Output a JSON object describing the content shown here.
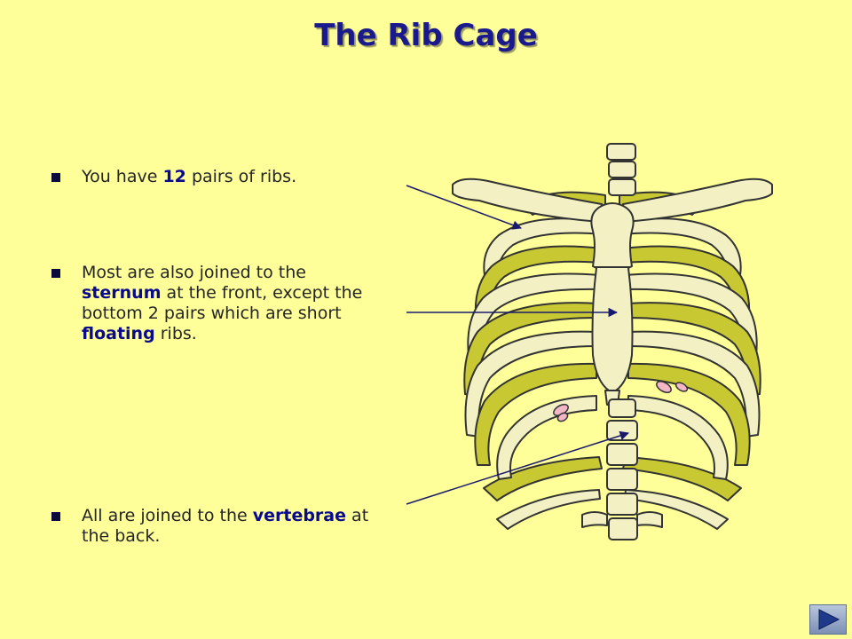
{
  "slide": {
    "title": "The Rib Cage",
    "bullets": [
      {
        "parts": [
          "You have ",
          "12",
          " pairs of ribs."
        ]
      },
      {
        "parts": [
          "Most are also joined to the ",
          "sternum",
          " at the front, except the bottom 2 pairs which are short ",
          "floating",
          " ribs."
        ]
      },
      {
        "parts": [
          "All are joined to the ",
          "vertebrae",
          " at the back."
        ]
      }
    ]
  },
  "colors": {
    "background": "#ffff99",
    "title": "#1a1a8c",
    "highlight": "#0a0a8c",
    "bone": "#f3f1c4",
    "cartilage": "#c8c832",
    "pink": "#f2b6c6"
  },
  "icons": {
    "next": "play-arrow-icon"
  }
}
